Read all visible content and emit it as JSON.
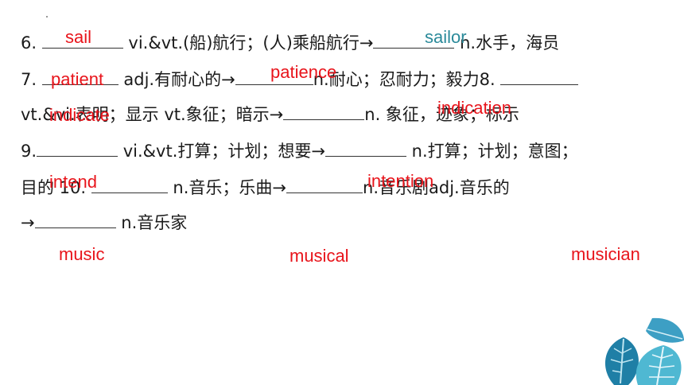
{
  "lines": [
    {
      "pre": "6. ",
      "post": " vi.&vt.(船)航行；(人)乘船航行→",
      "post2": " n.水手，海员"
    },
    {
      "pre": "7. ",
      "post": " adj.有耐心的→",
      "post2": "n.耐心；忍耐力；毅力8. "
    },
    {
      "pre": "vt.&vi.表明；显示 vt.象征；暗示→",
      "post": "n. 象征，迹象；标示"
    },
    {
      "pre": "9.",
      "post": " vi.&vt.打算；计划；想要→",
      "post2": " n.打算；计划；意图；"
    },
    {
      "pre": "目的 10. ",
      "post": " n.音乐；乐曲→",
      "post2": "n.音乐剧adj.音乐的"
    },
    {
      "pre": "→",
      "post": " n.音乐家"
    }
  ],
  "answers": {
    "sail": "sail",
    "sailor": "sailor",
    "patient": "patient",
    "patience": "patience",
    "indicate": "indicate",
    "indication": "indication",
    "intend": "intend",
    "intention": "intention",
    "music": "music",
    "musical": "musical",
    "musician": "musician"
  },
  "colors": {
    "answer_red": "#e8141b",
    "answer_teal": "#2b8a9a",
    "text": "#1a1a1a"
  }
}
